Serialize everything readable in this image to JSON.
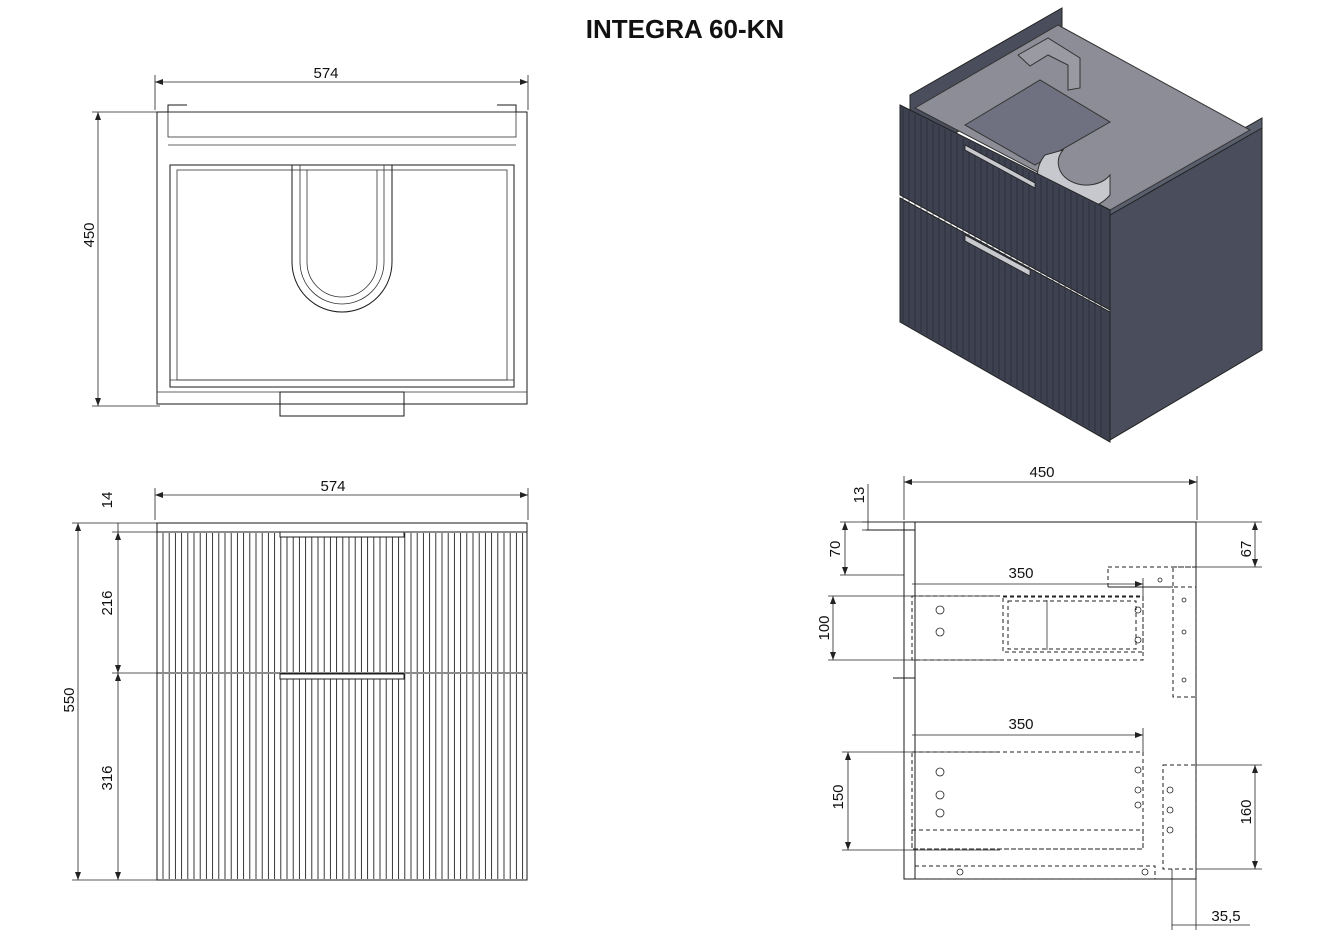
{
  "title": "INTEGRA 60-KN",
  "top_view": {
    "width_label": "574",
    "depth_label": "450"
  },
  "front_view": {
    "width_label": "574",
    "top_label": "14",
    "upper_drawer_label": "216",
    "lower_drawer_label": "316",
    "total_height_label": "550"
  },
  "side_view": {
    "depth_label": "450",
    "top_offset_label": "13",
    "upper_gap_label": "70",
    "upper_drawer_depth_label": "350",
    "upper_drawer_height_label": "100",
    "upper_cut_label": "67",
    "lower_drawer_depth_label": "350",
    "lower_drawer_height_label": "150",
    "lower_cut_label": "160",
    "rear_offset_label": "35,5"
  },
  "colors": {
    "cabinet": "#4a4e5c",
    "cabinet_dark": "#3a3d49",
    "interior": "#8c8d96",
    "line": "#1a1a1a"
  }
}
